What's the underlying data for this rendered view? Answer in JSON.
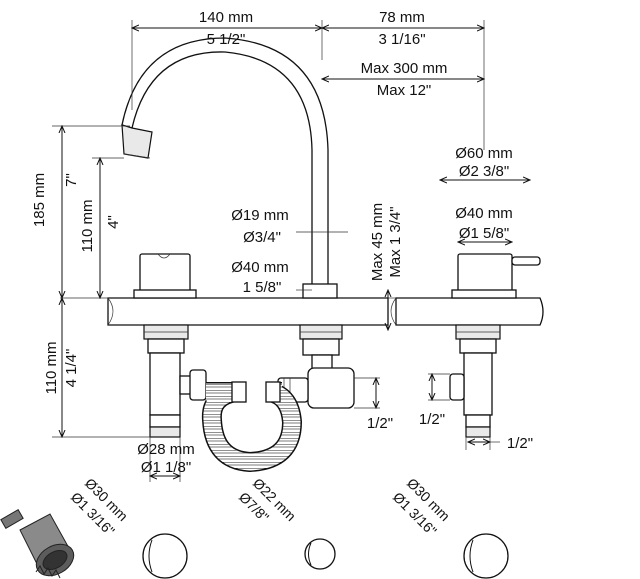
{
  "dimensions": {
    "spout_reach_mm": "140 mm",
    "spout_reach_in": "5 1/2\"",
    "side_offset_mm": "78 mm",
    "side_offset_in": "3 1/16\"",
    "max_spacing_mm": "Max 300 mm",
    "max_spacing_in": "Max 12\"",
    "total_height_mm": "185 mm",
    "total_height_in": "7\"",
    "outlet_height_mm": "110 mm",
    "outlet_height_in": "4\"",
    "below_deck_mm": "110 mm",
    "below_deck_in": "4 1/4\"",
    "handle_top_dia_mm": "Ø60 mm",
    "handle_top_dia_in": "Ø2 3/8\"",
    "handle_dia_mm": "Ø40 mm",
    "handle_dia_in": "Ø1 5/8\"",
    "spout_tube_dia_mm": "Ø19 mm",
    "spout_tube_dia_in": "Ø3/4\"",
    "spout_base_dia_mm": "Ø40 mm",
    "spout_base_dia_in": "1 5/8\"",
    "max_deck_mm": "Max 45 mm",
    "max_deck_in": "Max 1 3/4\"",
    "valve_body_dia_mm": "Ø28 mm",
    "valve_body_dia_in": "Ø1 1/8\"",
    "thread_center": "1/2\"",
    "thread_right_inner": "1/2\"",
    "thread_right_outer": "1/2\""
  },
  "holes": [
    {
      "mm": "Ø30 mm",
      "in": "Ø1 3/16\""
    },
    {
      "mm": "Ø22 mm",
      "in": "Ø7/8\""
    },
    {
      "mm": "Ø30 mm",
      "in": "Ø1 3/16\""
    }
  ],
  "icons": {
    "hole_saw": "hole-saw-icon"
  }
}
